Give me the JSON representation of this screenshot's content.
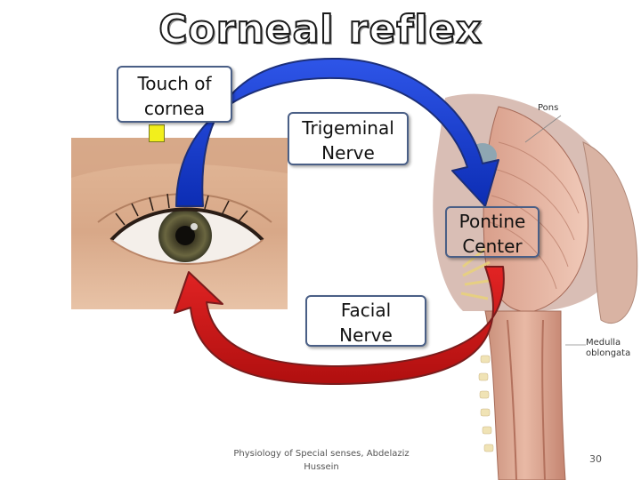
{
  "title": "Corneal reflex",
  "boxes": {
    "touch": {
      "line1": "Touch of",
      "line2": "cornea"
    },
    "trigeminal": {
      "line1": "Trigeminal",
      "line2": "Nerve"
    },
    "pontine": {
      "line1": "Pontine",
      "line2": "Center"
    },
    "facial": {
      "line1": "Facial",
      "line2": "Nerve"
    }
  },
  "anatomy_labels": {
    "pons": "Pons",
    "medulla_line1": "Medulla",
    "medulla_line2": "oblongata"
  },
  "footer": {
    "line1": "Physiology of Special senses, Abdelaziz",
    "line2": "Hussein"
  },
  "page_number": "30",
  "colors": {
    "afferent_arrow": "#1a3fd0",
    "efferent_arrow": "#d01818",
    "indicator": "#f2ef1c",
    "box_border": "#4a5f86"
  }
}
